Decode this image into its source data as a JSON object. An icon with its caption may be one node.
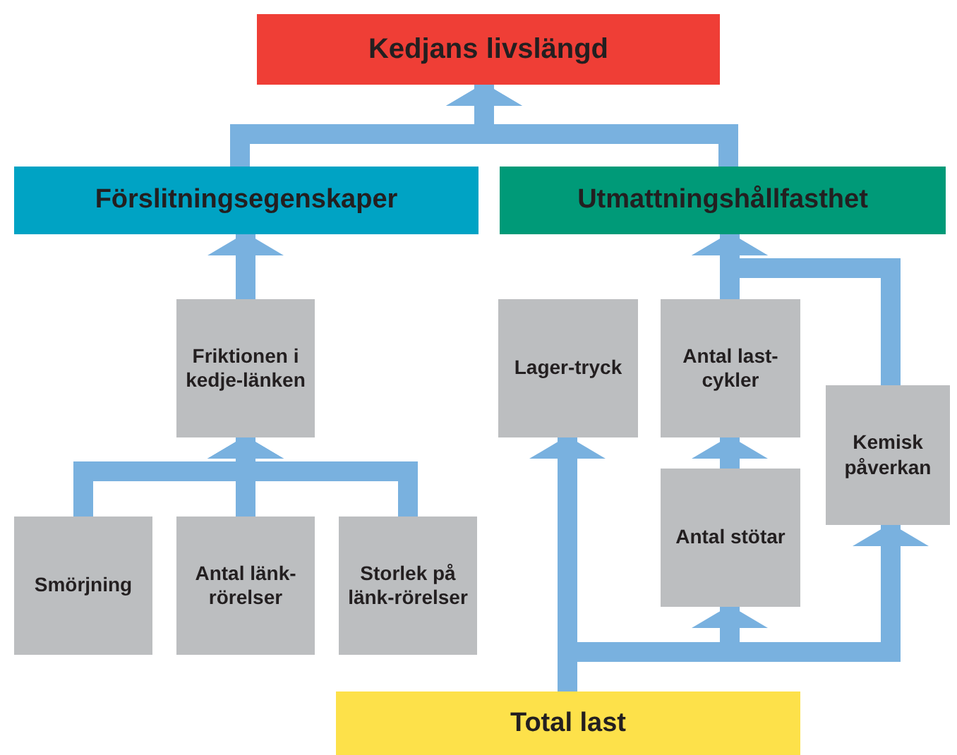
{
  "diagram": {
    "nodes": [
      {
        "text": [
          "Kedjans livslängd"
        ]
      },
      {
        "text": [
          "Förslitningsegenskaper"
        ]
      },
      {
        "text": [
          "Utmattningshållfasthet"
        ]
      },
      {
        "text": [
          "Friktionen i kedje-länken"
        ]
      },
      {
        "text": [
          "Lager-tryck"
        ]
      },
      {
        "text": [
          "Antal last-cykler"
        ]
      },
      {
        "text": [
          "Kemisk påverkan"
        ]
      },
      {
        "text": [
          "Smörjning"
        ]
      },
      {
        "text": [
          "Antal länk-rörelser"
        ]
      },
      {
        "text": [
          "Storlek på länk-rörelser"
        ]
      },
      {
        "text": [
          "Antal stötar"
        ]
      },
      {
        "text": [
          "Total last"
        ]
      }
    ],
    "edges": [
      {
        "from": 1,
        "to": 0,
        "arrow": "to"
      },
      {
        "from": 2,
        "to": 0,
        "arrow": "to"
      },
      {
        "from": 3,
        "to": 1,
        "arrow": "to"
      },
      {
        "from": 7,
        "to": 3,
        "arrow": "to"
      },
      {
        "from": 8,
        "to": 3,
        "arrow": "to"
      },
      {
        "from": 9,
        "to": 3,
        "arrow": "to"
      },
      {
        "from": 5,
        "to": 2,
        "arrow": "to"
      },
      {
        "from": 6,
        "to": 2,
        "arrow": "to"
      },
      {
        "from": 10,
        "to": 5,
        "arrow": "to"
      },
      {
        "from": 11,
        "to": 4,
        "arrow": "to"
      },
      {
        "from": 11,
        "to": 10,
        "arrow": "to"
      },
      {
        "from": 11,
        "to": 6,
        "arrow": "to"
      }
    ]
  }
}
